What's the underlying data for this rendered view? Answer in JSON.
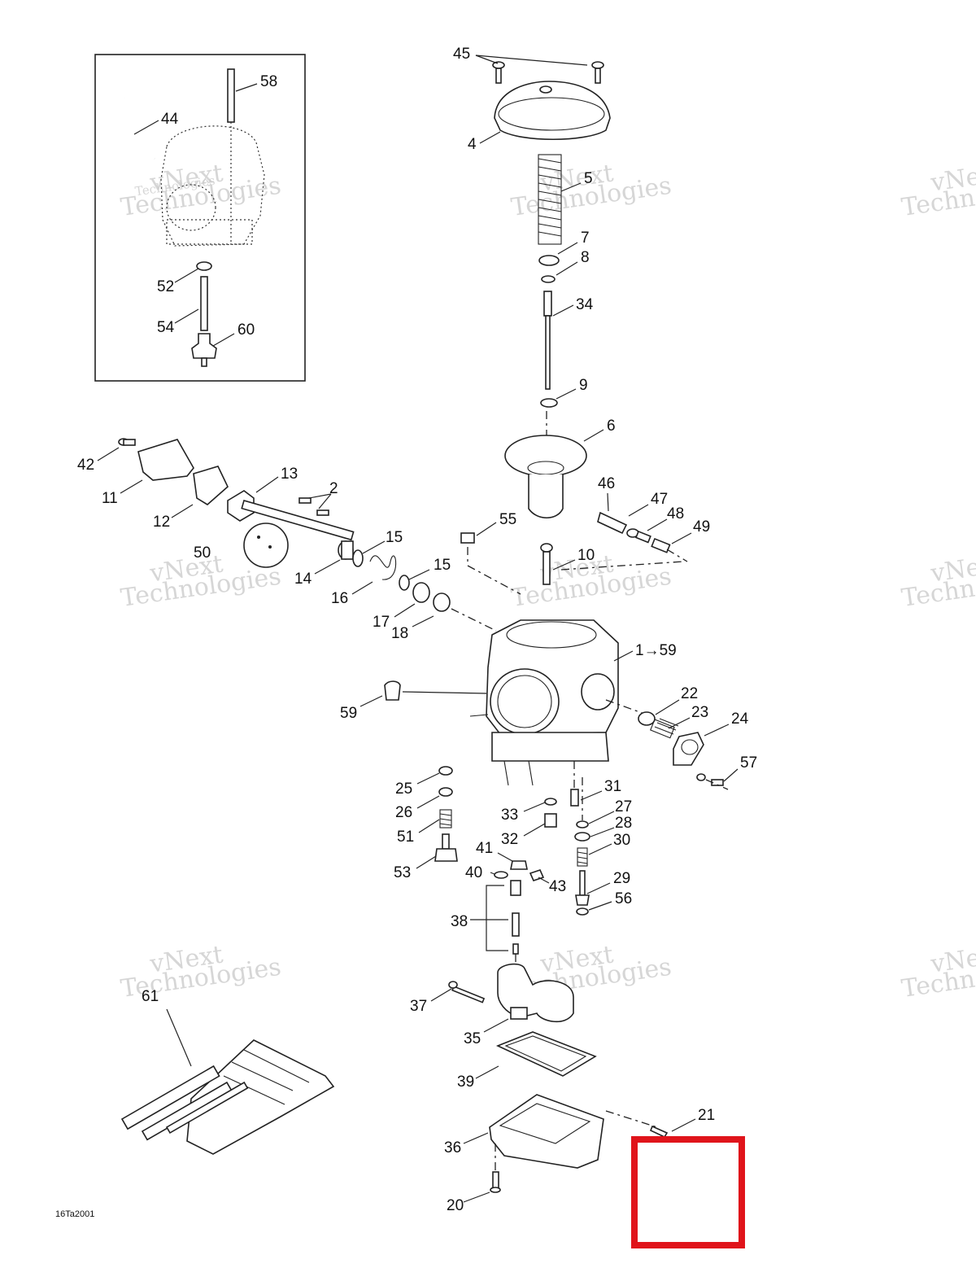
{
  "diagram": {
    "figure_code": "16Ta2001",
    "watermark_line1": "vNext",
    "watermark_line2": "Technologies",
    "highlight_color": "#e0141b",
    "callouts": [
      {
        "id": "45",
        "label": "45"
      },
      {
        "id": "58",
        "label": "58"
      },
      {
        "id": "44",
        "label": "44"
      },
      {
        "id": "4",
        "label": "4"
      },
      {
        "id": "5",
        "label": "5"
      },
      {
        "id": "7",
        "label": "7"
      },
      {
        "id": "8",
        "label": "8"
      },
      {
        "id": "52",
        "label": "52"
      },
      {
        "id": "34",
        "label": "34"
      },
      {
        "id": "54",
        "label": "54"
      },
      {
        "id": "60",
        "label": "60"
      },
      {
        "id": "9",
        "label": "9"
      },
      {
        "id": "6",
        "label": "6"
      },
      {
        "id": "42",
        "label": "42"
      },
      {
        "id": "13",
        "label": "13"
      },
      {
        "id": "2",
        "label": "2"
      },
      {
        "id": "11",
        "label": "11"
      },
      {
        "id": "12",
        "label": "12"
      },
      {
        "id": "46",
        "label": "46"
      },
      {
        "id": "47",
        "label": "47"
      },
      {
        "id": "55",
        "label": "55"
      },
      {
        "id": "48",
        "label": "48"
      },
      {
        "id": "15a",
        "label": "15"
      },
      {
        "id": "49",
        "label": "49"
      },
      {
        "id": "50",
        "label": "50"
      },
      {
        "id": "10",
        "label": "10"
      },
      {
        "id": "15b",
        "label": "15"
      },
      {
        "id": "14",
        "label": "14"
      },
      {
        "id": "16",
        "label": "16"
      },
      {
        "id": "17",
        "label": "17"
      },
      {
        "id": "18",
        "label": "18"
      },
      {
        "id": "1",
        "label": "1→59"
      },
      {
        "id": "22",
        "label": "22"
      },
      {
        "id": "23",
        "label": "23"
      },
      {
        "id": "59",
        "label": "59"
      },
      {
        "id": "24",
        "label": "24"
      },
      {
        "id": "57",
        "label": "57"
      },
      {
        "id": "31",
        "label": "31"
      },
      {
        "id": "25",
        "label": "25"
      },
      {
        "id": "27",
        "label": "27"
      },
      {
        "id": "26",
        "label": "26"
      },
      {
        "id": "33",
        "label": "33"
      },
      {
        "id": "28",
        "label": "28"
      },
      {
        "id": "51",
        "label": "51"
      },
      {
        "id": "32",
        "label": "32"
      },
      {
        "id": "30",
        "label": "30"
      },
      {
        "id": "41",
        "label": "41"
      },
      {
        "id": "53",
        "label": "53"
      },
      {
        "id": "40",
        "label": "40"
      },
      {
        "id": "43",
        "label": "43"
      },
      {
        "id": "29",
        "label": "29"
      },
      {
        "id": "56",
        "label": "56"
      },
      {
        "id": "38",
        "label": "38"
      },
      {
        "id": "61",
        "label": "61"
      },
      {
        "id": "37",
        "label": "37"
      },
      {
        "id": "35",
        "label": "35"
      },
      {
        "id": "39",
        "label": "39"
      },
      {
        "id": "21",
        "label": "21"
      },
      {
        "id": "36",
        "label": "36"
      },
      {
        "id": "20",
        "label": "20"
      }
    ]
  }
}
